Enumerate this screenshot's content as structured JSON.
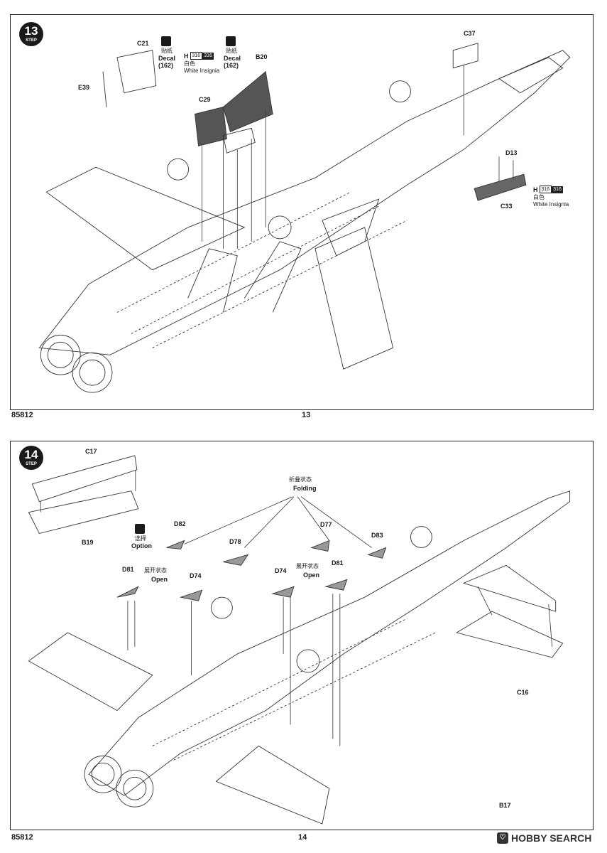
{
  "document": {
    "product_code": "85812",
    "watermark": "HOBBY SEARCH"
  },
  "step13": {
    "page_number": "13",
    "step_number": "13",
    "step_word": "STEP",
    "parts": {
      "c21": "C21",
      "e39": "E39",
      "c29": "C29",
      "b20": "B20",
      "c37": "C37",
      "d13": "D13",
      "c33": "C33"
    },
    "decal_a": {
      "cn": "贴纸",
      "en": "Decal",
      "num": "(162)"
    },
    "decal_b": {
      "cn": "贴纸",
      "en": "Decal",
      "num": "(162)"
    },
    "color_a": {
      "h": "H",
      "c1": "316",
      "c2": "316",
      "cn": "白色",
      "en": "White Insignia"
    },
    "color_b": {
      "h": "H",
      "c1": "316",
      "c2": "316",
      "cn": "白色",
      "en": "White Insignia"
    }
  },
  "step14": {
    "page_number": "14",
    "step_number": "14",
    "step_word": "STEP",
    "parts": {
      "c17": "C17",
      "b19": "B19",
      "d82": "D82",
      "d78": "D78",
      "d77": "D77",
      "d83": "D83",
      "d81_left": "D81",
      "d74_left": "D74",
      "d74_right": "D74",
      "d81_right": "D81",
      "c16": "C16",
      "b17": "B17"
    },
    "option": {
      "cn": "选择",
      "en": "Option"
    },
    "folding": {
      "cn": "折叠状态",
      "en": "Folding"
    },
    "open_left": {
      "cn": "展开状态",
      "en": "Open"
    },
    "open_right": {
      "cn": "展开状态",
      "en": "Open"
    }
  }
}
